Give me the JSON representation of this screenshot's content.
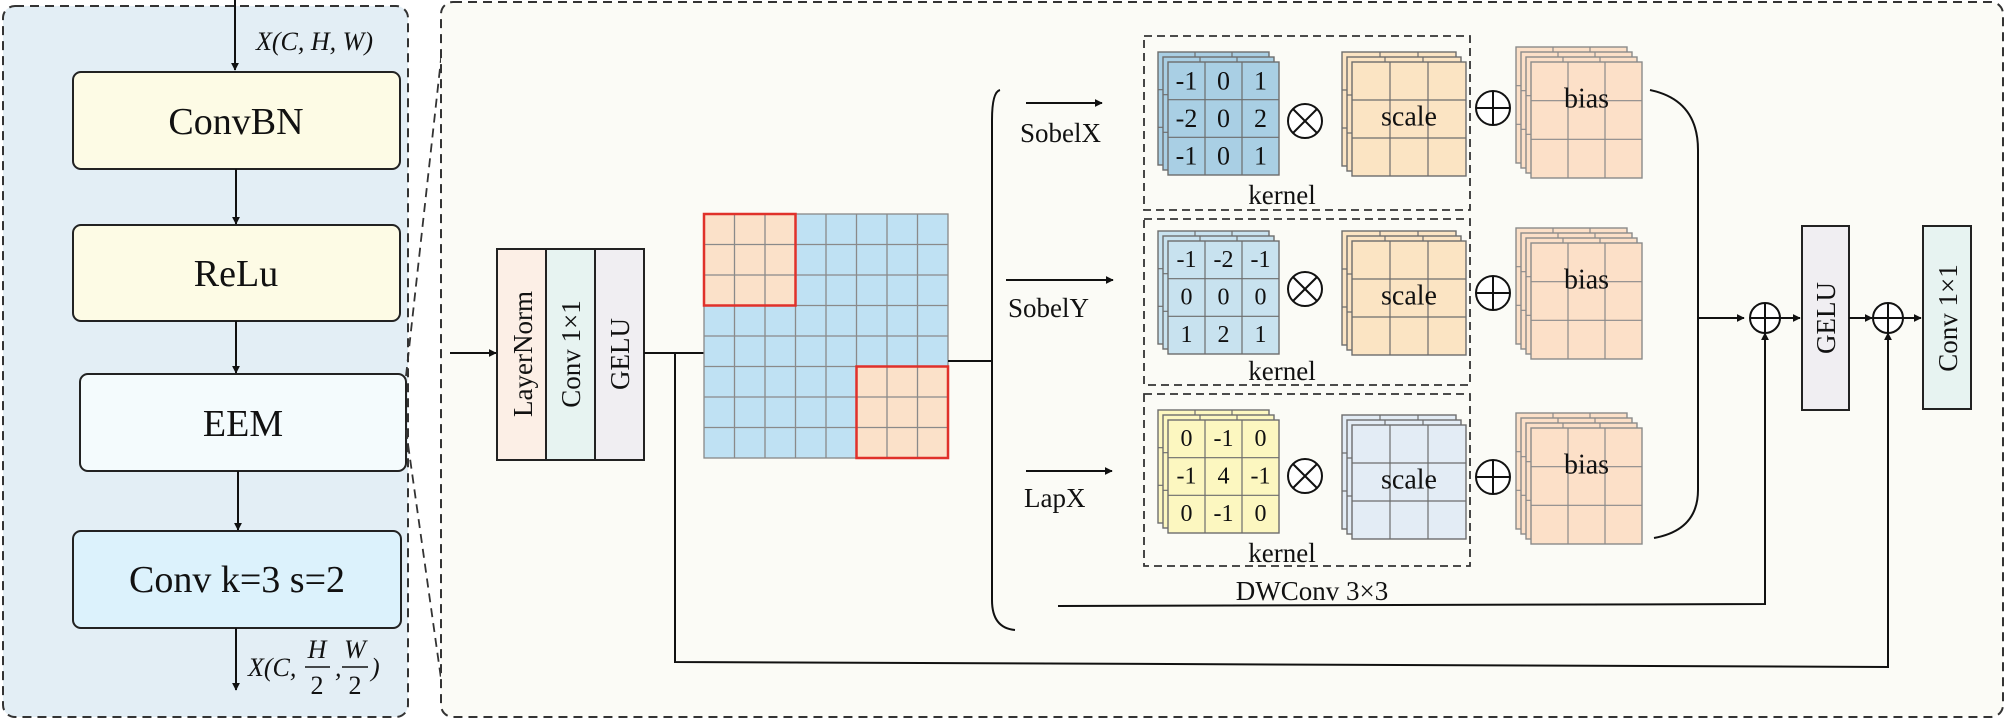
{
  "left_panel": {
    "input_label": "X(C, H, W)",
    "blocks": [
      "ConvBN",
      "ReLu",
      "EEM",
      "Conv k=3 s=2"
    ],
    "output_label_prefix": "X(C,",
    "output_frac1_num": "H",
    "output_frac1_den": "2",
    "output_frac2_num": "W",
    "output_frac2_den": "2",
    "output_close": ")"
  },
  "right_panel": {
    "pre_blocks": [
      "LayerNorm",
      "Conv 1×1",
      "GELU"
    ],
    "branches": [
      {
        "name": "SobelX",
        "kernel_values": [
          "-1",
          "0",
          "1",
          "-2",
          "0",
          "2",
          "-1",
          "0",
          "1"
        ],
        "kernel_label": "kernel",
        "scale_label": "scale",
        "bias_label": "bias"
      },
      {
        "name": "SobelY",
        "kernel_values": [
          "-1",
          "-2",
          "-1",
          "0",
          "0",
          "0",
          "1",
          "2",
          "1"
        ],
        "kernel_label": "kernel",
        "scale_label": "scale",
        "bias_label": "bias"
      },
      {
        "name": "LapX",
        "kernel_values": [
          "0",
          "-1",
          "0",
          "-1",
          "4",
          "-1",
          "0",
          "-1",
          "0"
        ],
        "kernel_label": "kernel",
        "scale_label": "scale",
        "bias_label": "bias"
      }
    ],
    "dwconv_label": "DWConv 3×3",
    "gelu_label": "GELU",
    "conv_out_label": "Conv 1×1",
    "multiply_symbol": "⊗",
    "add_symbol": "⊕"
  },
  "colors": {
    "left_panel_bg": "#e3eef5",
    "right_panel_bg": "#fbfbf6",
    "convbn_fill": "#fdfbe5",
    "eem_fill": "#f4fbfd",
    "conv_fill": "#dcf2fc",
    "layernorm_fill": "#fcefe6",
    "conv1x1_fill": "#e7f3f1",
    "gelu_fill": "#f0eef2",
    "grid_fill": "#bfe1f3",
    "highlight_fill": "#fbe1c9",
    "highlight_stroke": "#e0312a",
    "sobelx_kernel": "#a9cfe4",
    "sobely_kernel": "#c8e2ef",
    "lapx_kernel": "#fcf7c0",
    "scale_fill": "#fbe4c3",
    "scale_lap_fill": "#e3ecf5",
    "bias_fill": "#fce0c8"
  }
}
